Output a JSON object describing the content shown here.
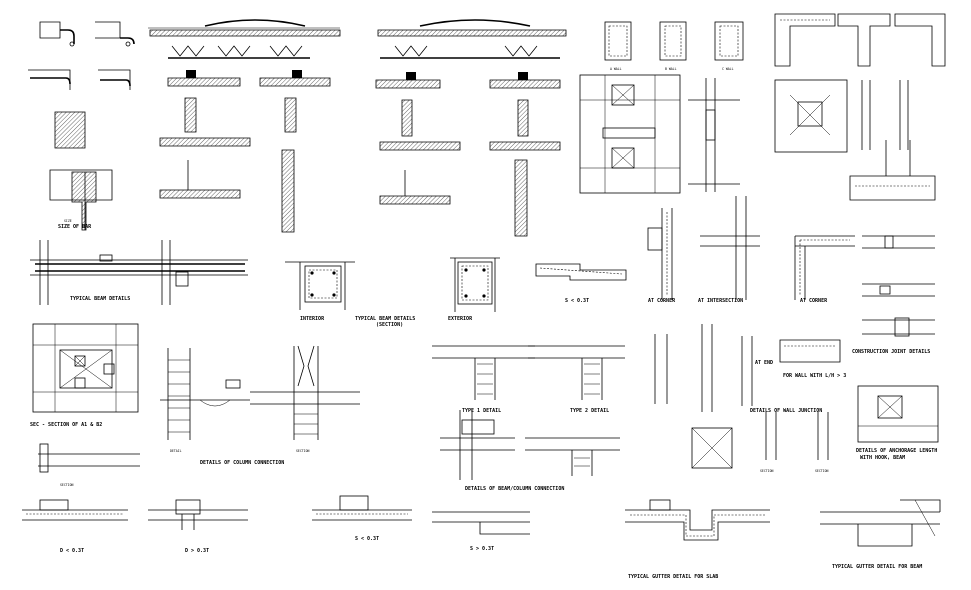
{
  "captions": {
    "column_section_sizes": "SIZE OF BAR",
    "typical_beam_details": "TYPICAL BEAM DETAILS",
    "interior": "INTERIOR",
    "typical_beam_details_section": "TYPICAL BEAM DETAILS",
    "section_note": "(SECTION)",
    "exterior": "EXTERIOR",
    "s_lt_03t": "S < 0.3T",
    "at_corner_1": "AT CORNER",
    "at_intersection": "AT INTERSECTION",
    "at_corner_2": "AT CORNER",
    "column_section_bottom": "SEC - SECTION OF A1 & B2",
    "details_column_connection": "DETAILS OF COLUMN CONNECTION",
    "type1_detail": "TYPE 1 DETAIL",
    "type2_detail": "TYPE 2 DETAIL",
    "for_wall": "FOR WALL WITH L/H > 3",
    "construction_joint": "CONSTRUCTION JOINT DETAILS",
    "details_wall_junction": "DETAILS OF WALL JUNCTION",
    "details_beam_column": "DETAILS OF BEAM/COLUMN CONNECTION",
    "details_anchorage": "DETAILS OF ANCHORAGE LENGTH",
    "with_hook_beam": "WITH HOOK, BEAM",
    "d_lt_03t": "D < 0.3T",
    "d_gt_03t": "D > 0.3T",
    "s_lt_03t_2": "S < 0.3T",
    "s_gt_03t": "S > 0.3T",
    "typical_gutter_slab": "TYPICAL GUTTER DETAIL FOR SLAB",
    "typical_gutter_beam": "TYPICAL GUTTER DETAIL FOR BEAM",
    "a_wall": "A WALL",
    "b_wall": "B WALL",
    "c_wall": "C WALL"
  },
  "colors": {
    "ink": "#000000",
    "paper": "#ffffff"
  }
}
